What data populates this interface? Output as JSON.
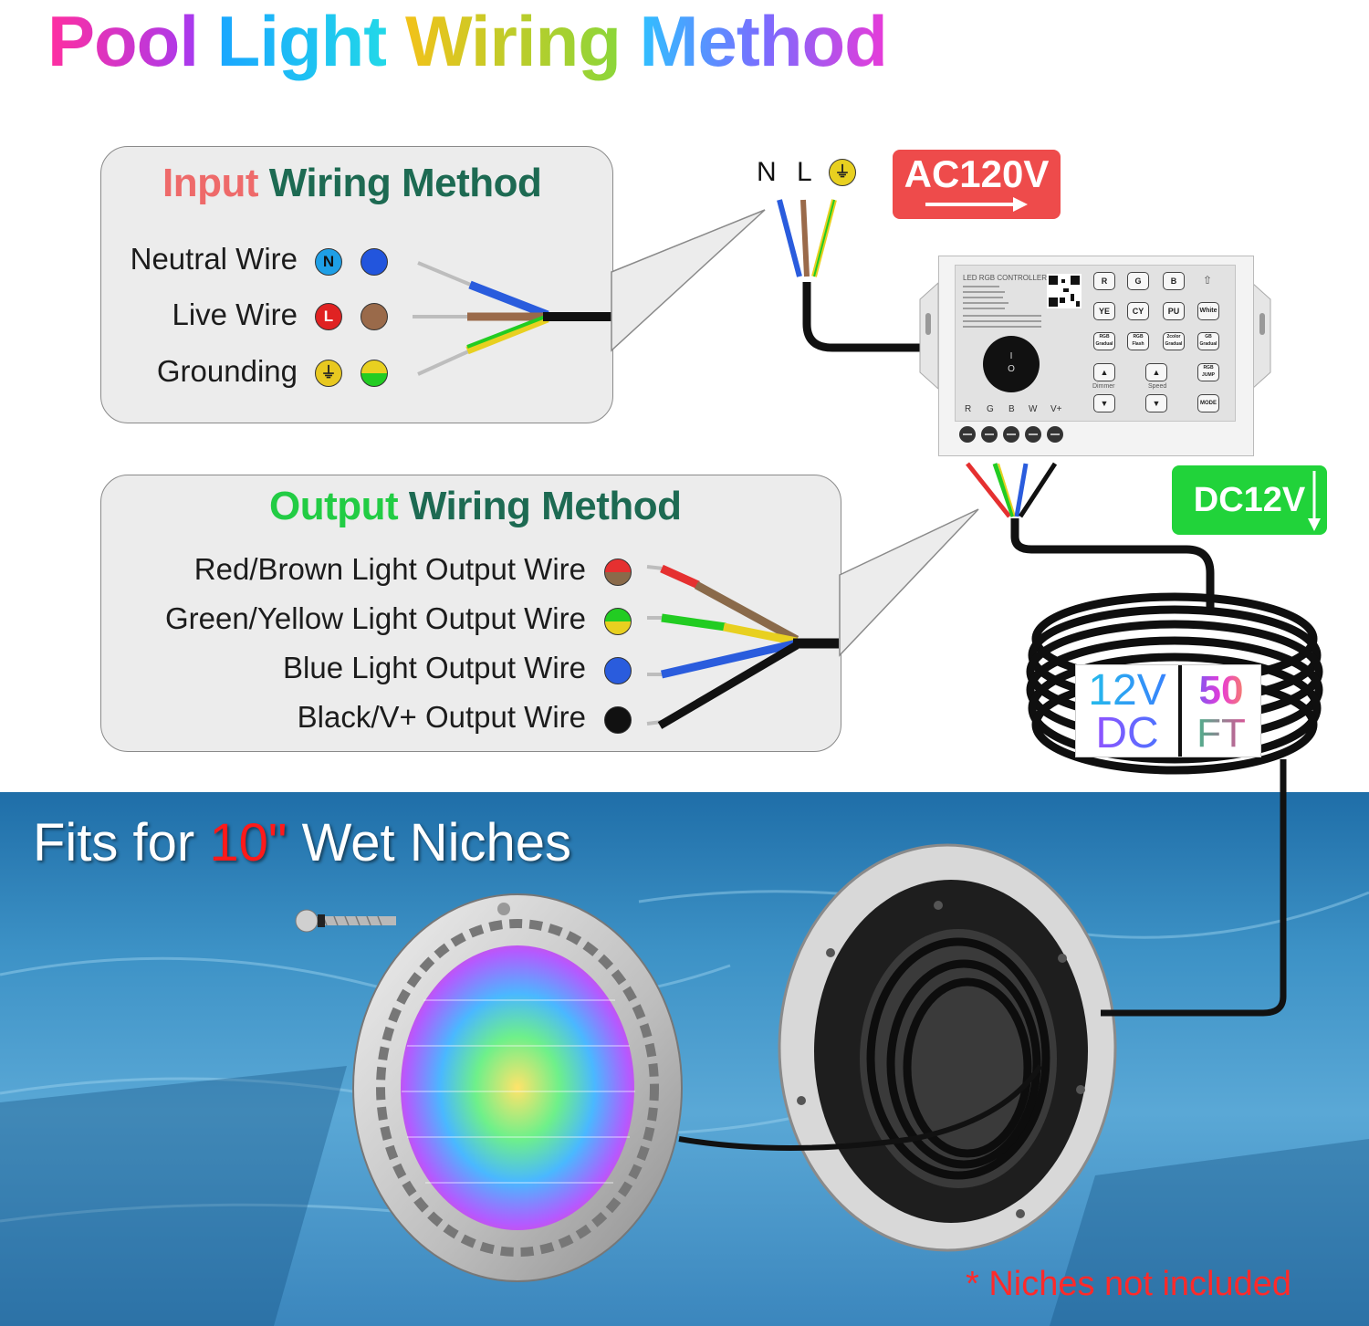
{
  "title": {
    "words": [
      "Pool",
      "Light",
      "Wiring",
      "Method"
    ]
  },
  "input_panel": {
    "title_highlight": "Input",
    "title_rest": "Wiring Method",
    "rows": [
      {
        "label": "Neutral Wire",
        "symbol": "N",
        "symbol_color": "#1e9fe6",
        "wire_color": "#2255dd"
      },
      {
        "label": "Live Wire",
        "symbol": "L",
        "symbol_color": "#e02222",
        "wire_color": "#9a6a4a"
      },
      {
        "label": "Grounding",
        "symbol": "⏚",
        "symbol_color": "#e8c820",
        "wire_color": "yellow-green"
      }
    ]
  },
  "output_panel": {
    "title_highlight": "Output",
    "title_rest": "Wiring Method",
    "rows": [
      {
        "label": "Red/Brown Light Output Wire",
        "colors": [
          "#e53030",
          "#8a6a4a"
        ]
      },
      {
        "label": "Green/Yellow Light Output Wire",
        "colors": [
          "#22cc22",
          "#e8d020"
        ]
      },
      {
        "label": "Blue Light Output Wire",
        "colors": [
          "#2a5cdd"
        ]
      },
      {
        "label": "Black/V+ Output Wire",
        "colors": [
          "#111111"
        ]
      }
    ]
  },
  "supply": {
    "labels": [
      "N",
      "L"
    ],
    "ground_symbol": "⏚",
    "voltage": "AC120V"
  },
  "output_voltage": "DC12V",
  "controller": {
    "model_text": "LED RGB CONTROLLER",
    "buttons_row1": [
      "R",
      "G",
      "B"
    ],
    "buttons_row2": [
      "YE",
      "CY",
      "PU",
      "White"
    ],
    "buttons_row3": [
      "RGB Gradual",
      "RGB Flash",
      "2color Gradual",
      "GB Gradual"
    ],
    "dimmer_label": "Dimmer",
    "speed_label": "Speed",
    "jump_label": "RGB JUMP",
    "mode_label": "MODE",
    "terminals": [
      "R",
      "G",
      "B",
      "W",
      "V+"
    ]
  },
  "cable": {
    "voltage_top": "12V",
    "voltage_bottom": "DC",
    "length_top": "50",
    "length_bottom": "FT"
  },
  "photo_caption": {
    "pre": "Fits for",
    "highlight": "10\"",
    "post": "Wet Niches"
  },
  "note": "* Niches not included"
}
